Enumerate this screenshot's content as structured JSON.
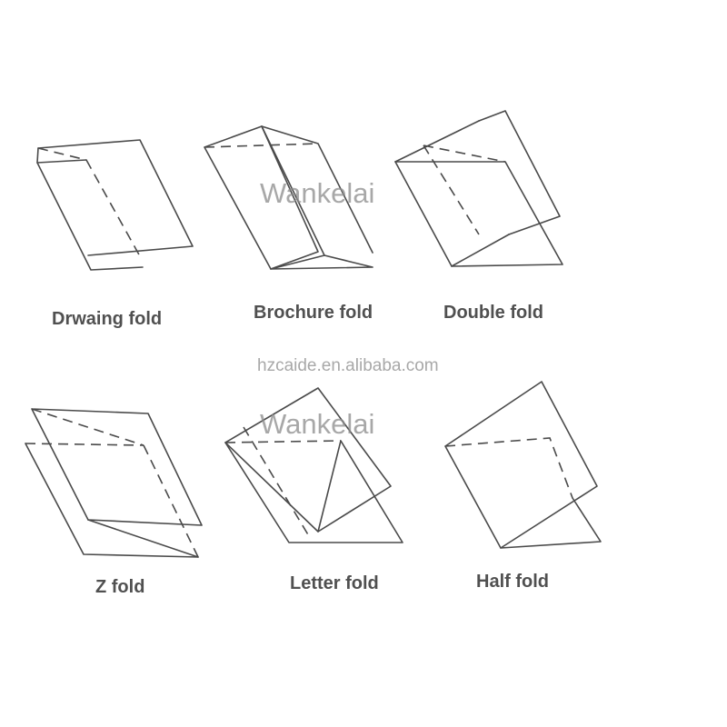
{
  "labels": {
    "drawing_fold": "Drwaing fold",
    "brochure_fold": "Brochure fold",
    "double_fold": "Double fold",
    "z_fold": "Z fold",
    "letter_fold": "Letter fold",
    "half_fold": "Half fold"
  },
  "watermark": {
    "brand_top": "Wankelai",
    "brand_bottom": "Wankelai",
    "site": "hzcaide.en.alibaba.com"
  },
  "colors": {
    "line": "#4a4a4a",
    "label": "#505050",
    "watermark": "#8c8c8c"
  }
}
